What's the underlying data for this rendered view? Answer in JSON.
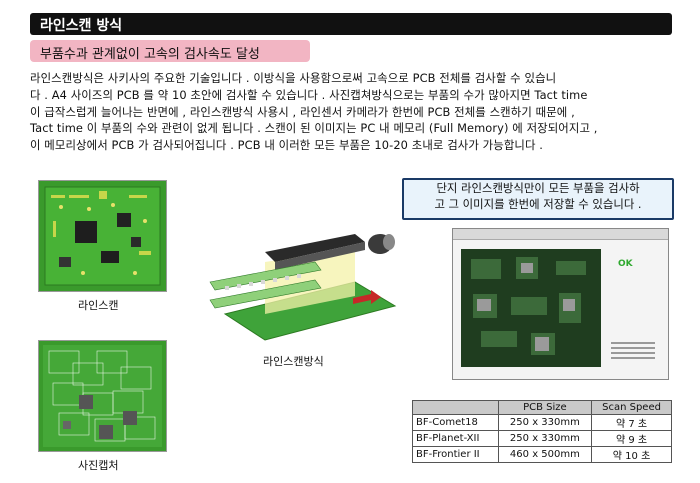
{
  "header": {
    "title": "라인스캔 방식"
  },
  "subtitle": "부품수과 관계없이 고속의 검사속도 달성",
  "body_lines": [
    "라인스캔방식은 사키사의 주요한 기술입니다 . 이방식을 사용함으로써 고속으로 PCB 전체를 검사할 수 있습니",
    "다 . A4 사이즈의 PCB 를 약 10 초안에 검사할 수 있습니다 . 사진캡쳐방식으로는 부품의 수가 많아지면 Tact time",
    "이 급작스럽게 늘어나는 반면에 , 라인스캔방식 사용시 , 라인센서 카메라가 한번에 PCB 전체를 스캔하기 때문에 ,",
    "Tact time 이 부품의 수와 관련이 없게 됩니다 . 스캔이 된 이미지는 PC 내 메모리 (Full Memory) 에 저장되어지고 ,",
    "이 메모리상에서 PCB 가 검사되어집니다 .  PCB 내 이러한 모든 부품은 10-20 초내로 검사가 가능합니다 ."
  ],
  "captions": {
    "line_scan": "라인스캔",
    "photo_capture": "사진캡처",
    "line_scan_method": "라인스캔방식"
  },
  "callout": [
    "단지 라인스캔방식만이 모든 부품을 검사하",
    "고 그 이미지를 한번에 저장할 수 있습니다 ."
  ],
  "screenshot": {
    "ok_label": "OK"
  },
  "spec_table": {
    "headers": [
      "",
      "PCB Size",
      "Scan Speed"
    ],
    "rows": [
      [
        "BF-Comet18",
        "250 x 330mm",
        "약 7 초"
      ],
      [
        "BF-Planet-XII",
        "250 x 330mm",
        "약 9 초"
      ],
      [
        "BF-Frontier II",
        "460 x 500mm",
        "약 10 초"
      ]
    ]
  },
  "colors": {
    "title_bg": "#111111",
    "subtitle_bg": "#f2b5c3",
    "callout_border": "#1a3a66",
    "callout_bg": "#e9f3fb",
    "pcb_green": "#3a9a2c",
    "pcb_dark": "#1f3d1f",
    "ok_green": "#2ea82e"
  }
}
